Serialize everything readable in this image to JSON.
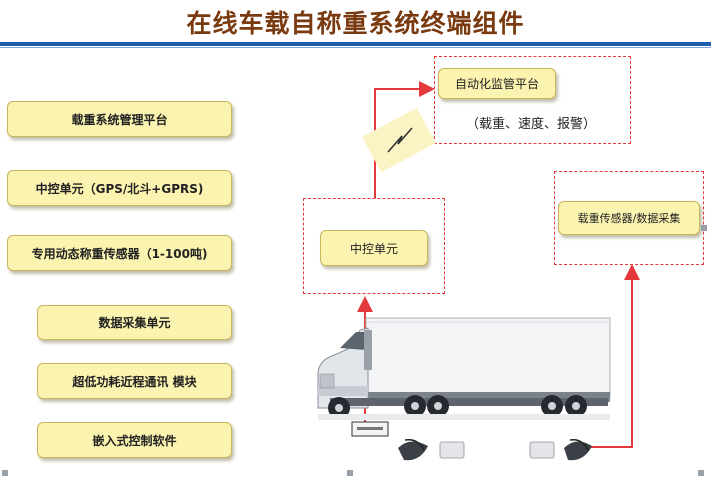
{
  "title": "在线车载自称重系统终端组件",
  "components": [
    "载重系统管理平台",
    "中控单元（GPS/北斗+GPRS)",
    "专用动态称重传感器（1-100吨)",
    "数据采集单元",
    "超低功耗近程通讯 模块",
    "嵌入式控制软件"
  ],
  "diagram": {
    "platform_label": "自动化监管平台",
    "platform_note": "（载重、速度、报警）",
    "control_unit_label": "中控单元",
    "sensor_label": "载重传感器/数据采集"
  },
  "colors": {
    "title": "#7a3a10",
    "rule": "#1f5fb0",
    "pill_fill": "#fbf3b0",
    "arrow": "#e4393c"
  }
}
